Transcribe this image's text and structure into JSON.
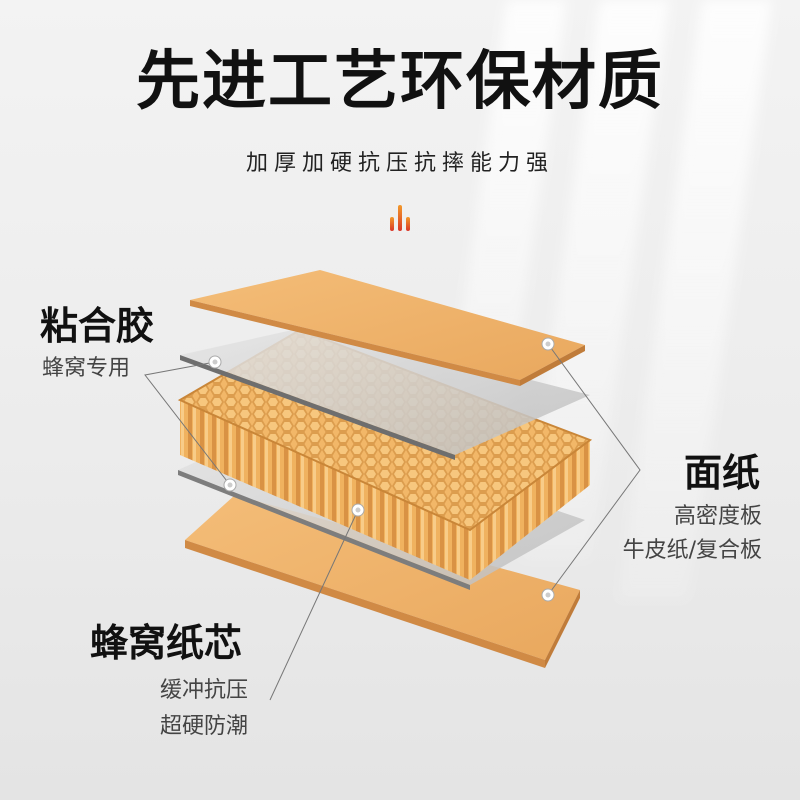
{
  "header": {
    "title": "先进工艺环保材质",
    "subtitle": "加厚加硬抗压抗摔能力强"
  },
  "callouts": {
    "adhesive": {
      "title": "粘合胶",
      "sub": "蜂窝专用"
    },
    "facing": {
      "title": "面纸",
      "sub_1": "高密度板",
      "sub_2": "牛皮纸/复合板"
    },
    "core": {
      "title": "蜂窝纸芯",
      "sub_1": "缓冲抗压",
      "sub_2": "超硬防潮"
    }
  },
  "colors": {
    "board": "#efb26a",
    "board_dark": "#d89650",
    "honeycomb": "#f2b768",
    "glue_film": "#cfcfcf",
    "accent_orange": "#f39a2b",
    "accent_red": "#d9362a"
  }
}
